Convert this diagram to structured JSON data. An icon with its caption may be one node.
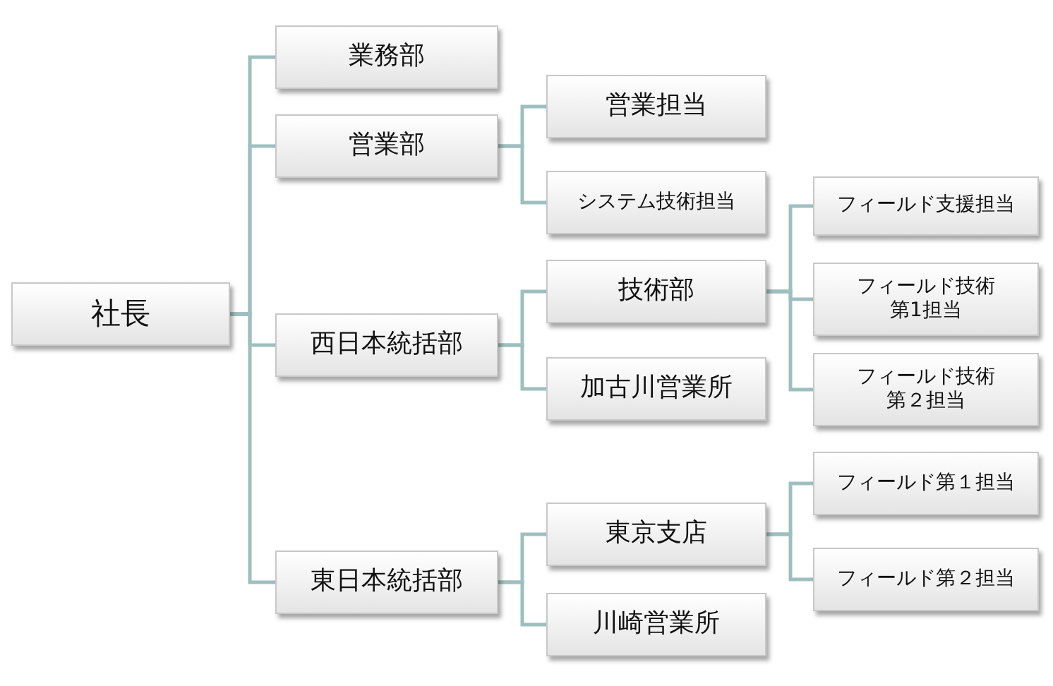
{
  "diagram": {
    "nodes": [
      {
        "text": [
          "社長"
        ]
      },
      {
        "text": [
          "業務部"
        ]
      },
      {
        "text": [
          "営業部"
        ]
      },
      {
        "text": [
          "西日本統括部"
        ]
      },
      {
        "text": [
          "東日本統括部"
        ]
      },
      {
        "text": [
          "営業担当"
        ]
      },
      {
        "text": [
          "システム技術担当"
        ]
      },
      {
        "text": [
          "技術部"
        ]
      },
      {
        "text": [
          "加古川営業所"
        ]
      },
      {
        "text": [
          "東京支店"
        ]
      },
      {
        "text": [
          "川崎営業所"
        ]
      },
      {
        "text": [
          "フィールド支援担当"
        ]
      },
      {
        "text": [
          "フィールド技術第1担当"
        ]
      },
      {
        "text": [
          "フィールド技術第２担当"
        ]
      },
      {
        "text": [
          "フィールド第１担当"
        ]
      },
      {
        "text": [
          "フィールド第２担当"
        ]
      }
    ],
    "edges": [
      {
        "from": 0,
        "to": 1,
        "arrow": "none"
      },
      {
        "from": 0,
        "to": 2,
        "arrow": "none"
      },
      {
        "from": 0,
        "to": 3,
        "arrow": "none"
      },
      {
        "from": 0,
        "to": 4,
        "arrow": "none"
      },
      {
        "from": 2,
        "to": 5,
        "arrow": "none"
      },
      {
        "from": 2,
        "to": 6,
        "arrow": "none"
      },
      {
        "from": 3,
        "to": 7,
        "arrow": "none"
      },
      {
        "from": 3,
        "to": 8,
        "arrow": "none"
      },
      {
        "from": 7,
        "to": 11,
        "arrow": "none"
      },
      {
        "from": 7,
        "to": 12,
        "arrow": "none"
      },
      {
        "from": 7,
        "to": 13,
        "arrow": "none"
      },
      {
        "from": 4,
        "to": 9,
        "arrow": "none"
      },
      {
        "from": 4,
        "to": 10,
        "arrow": "none"
      },
      {
        "from": 9,
        "to": 14,
        "arrow": "none"
      },
      {
        "from": 9,
        "to": 15,
        "arrow": "none"
      }
    ]
  }
}
